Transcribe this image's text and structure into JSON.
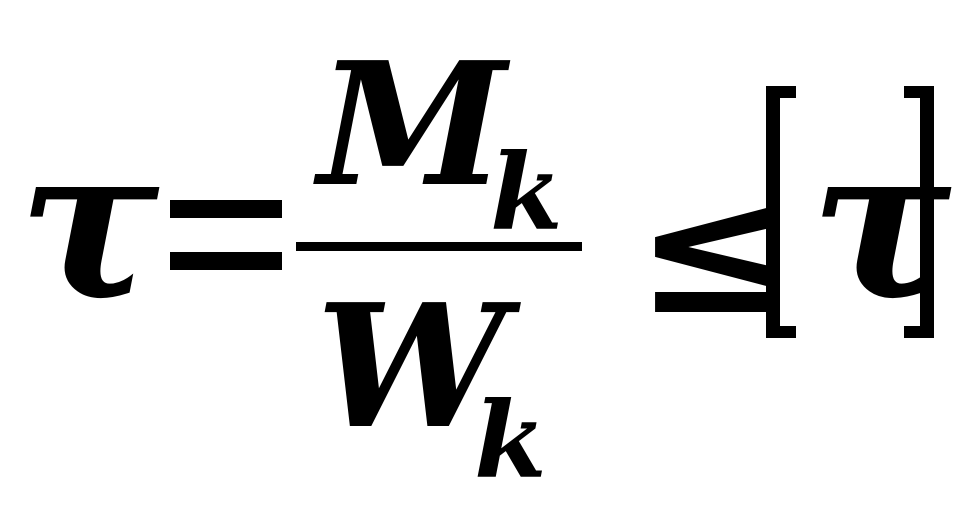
{
  "formula": {
    "lhs": "τ",
    "relation": "=",
    "numerator": {
      "base": "M",
      "subscript": "k"
    },
    "denominator": {
      "base": "W",
      "subscript": "k"
    },
    "inequality": "≤",
    "rhs": "τ"
  }
}
